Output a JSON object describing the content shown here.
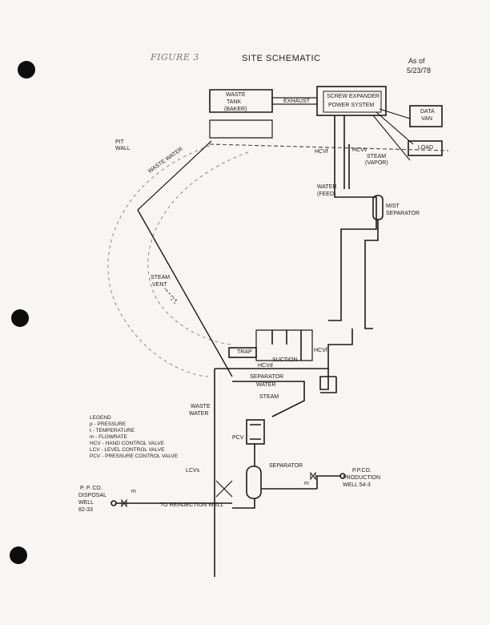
{
  "header": {
    "figure": "FIGURE 3",
    "title": "SITE SCHEMATIC",
    "as_of_line1": "As of",
    "as_of_line2": "5/23/78"
  },
  "labels": {
    "waste_tank_1": "WASTE",
    "waste_tank_2": "TANK",
    "waste_tank_3": "(BAKER)",
    "exhaust": "EXHAUST",
    "screw_1": "SCREW EXPANDER",
    "screw_2": "POWER SYSTEM",
    "data_1": "DATA",
    "data_2": "VAN",
    "load": "LOAD",
    "pit_1": "PIT",
    "pit_2": "WALL",
    "waste_water_diag": "WASTE WATER",
    "hcv_f_top": "HCVf",
    "hcv_v_top": "HCVv",
    "steam_vapor_1": "STEAM",
    "steam_vapor_2": "(VAPOR)",
    "water_feed_1": "WATER",
    "water_feed_2": "(FEED)",
    "mist_1": "MIST",
    "mist_2": "SEPARATOR",
    "steam_vent_1": "STEAM",
    "steam_vent_2": "VENT",
    "trap": "TRAP",
    "suction": "SUCTION",
    "hcv_d": "HCVd",
    "hcv_f_mid": "HCVf",
    "separator_water_1": "SEPARATOR",
    "separator_water_2": "WATER",
    "steam": "STEAM",
    "waste_water_1": "WASTE",
    "waste_water_2": "WATER",
    "pcv": "PCV",
    "separator": "SEPARATOR",
    "lcv": "LCVs",
    "production_1": "P.P.CO.",
    "production_2": "PRODUCTION",
    "production_3": "WELL 54-3",
    "disposal_1": "P. P. CO.",
    "disposal_2": "DISPOSAL",
    "disposal_3": "WELL",
    "disposal_4": "82-33",
    "reinjection": "TO REINJECTION WELL",
    "m_dot": "m"
  },
  "legend": {
    "title": "LEGEND",
    "items": [
      "p - PRESSURE",
      "t - TEMPERATURE",
      "m - FLOWRATE",
      "HCV - HAND CONTROL VALVE",
      "LCV - LEVEL CONTROL VALVE",
      "PCV - PRESSURE CONTROL VALVE"
    ]
  },
  "colors": {
    "line": "#1a1a1a",
    "faint": "#9a9a9a",
    "paper": "#f7f6f2",
    "punch_hole": "#0d0d0d"
  }
}
